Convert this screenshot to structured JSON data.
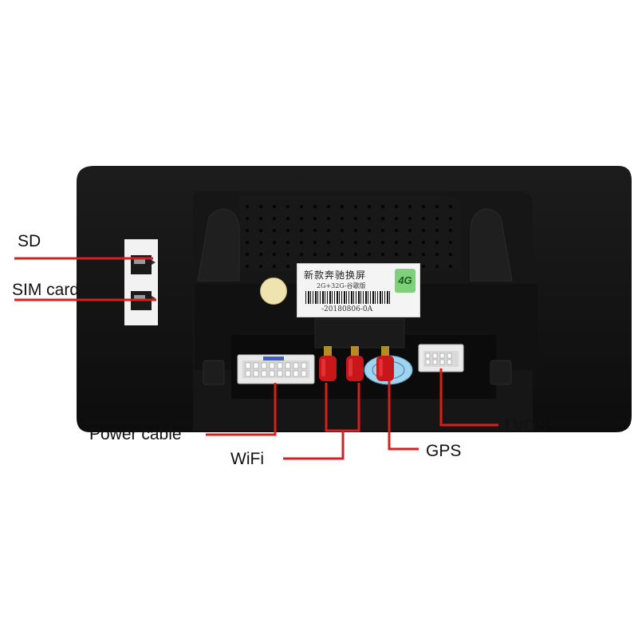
{
  "callouts": {
    "sd": "SD",
    "sim_card": "SIM card",
    "power_cable": "Power cable",
    "wifi": "WiFi",
    "gps": "GPS",
    "lvds": "LVDS"
  },
  "sticker": {
    "title": "新款奔驰换屏",
    "spec": "2G+32G-谷歌版",
    "badge": "4G",
    "code": "-20180806-0A"
  },
  "colors": {
    "callout_line": "#d42020",
    "housing": "#151515",
    "connector_red": "#c8161b",
    "connector_white": "#e9e9e9",
    "sticker_badge": "#7ed07a"
  },
  "icons": [
    "car-display-housing",
    "sd-card-slot",
    "sim-card-slot",
    "power-connector",
    "wifi-antenna-connector",
    "gps-antenna-connector",
    "lvds-connector",
    "product-sticker",
    "quality-seal"
  ]
}
